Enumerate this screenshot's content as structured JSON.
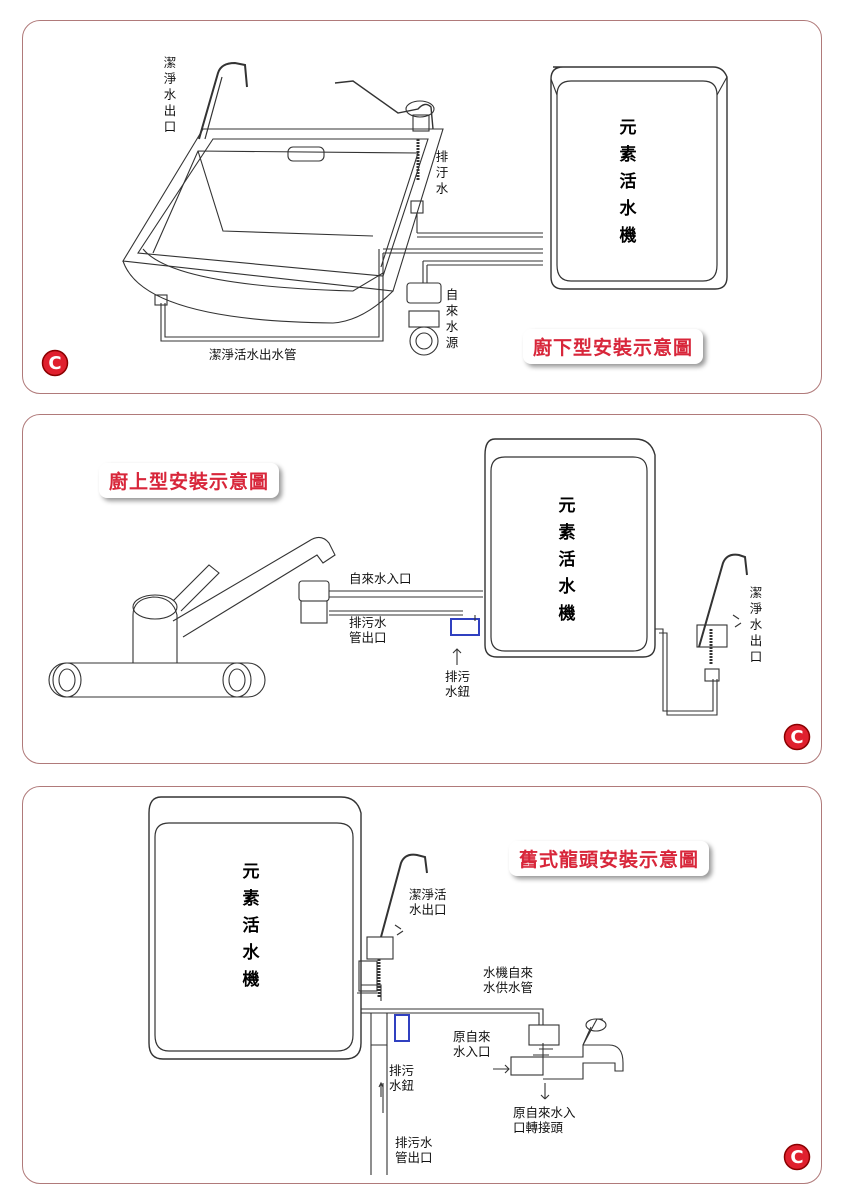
{
  "panels": [
    {
      "title": "廚下型安裝示意圖",
      "unit": "元素活水機",
      "labels": {
        "clean_outlet": "潔淨水出口",
        "drain": "排汙水",
        "tap_source": "自來水源",
        "clean_pipe": "潔淨活水出水管"
      }
    },
    {
      "title": "廚上型安裝示意圖",
      "unit": "元素活水機",
      "labels": {
        "tap_inlet": "自來水入口",
        "drain_outlet": "排污水\n管出口",
        "drain_knob": "排污\n水鈕",
        "clean_outlet": "潔淨水出口"
      }
    },
    {
      "title": "舊式龍頭安裝示意圖",
      "unit": "元素活水機",
      "labels": {
        "clean_outlet": "潔淨活\n水出口",
        "supply_pipe": "水機自來\n水供水管",
        "orig_inlet": "原自來\n水入口",
        "drain_knob": "排污\n水鈕",
        "adapter": "原自來水入\n口轉接頭",
        "drain_outlet": "排污水\n管出口"
      }
    }
  ],
  "colors": {
    "title_red": "#d8263a",
    "panel_border": "#b07a7a",
    "logo_red": "#e0202e",
    "line": "#333333",
    "knob_blue": "#3040c0"
  },
  "logo_glyph": "C"
}
